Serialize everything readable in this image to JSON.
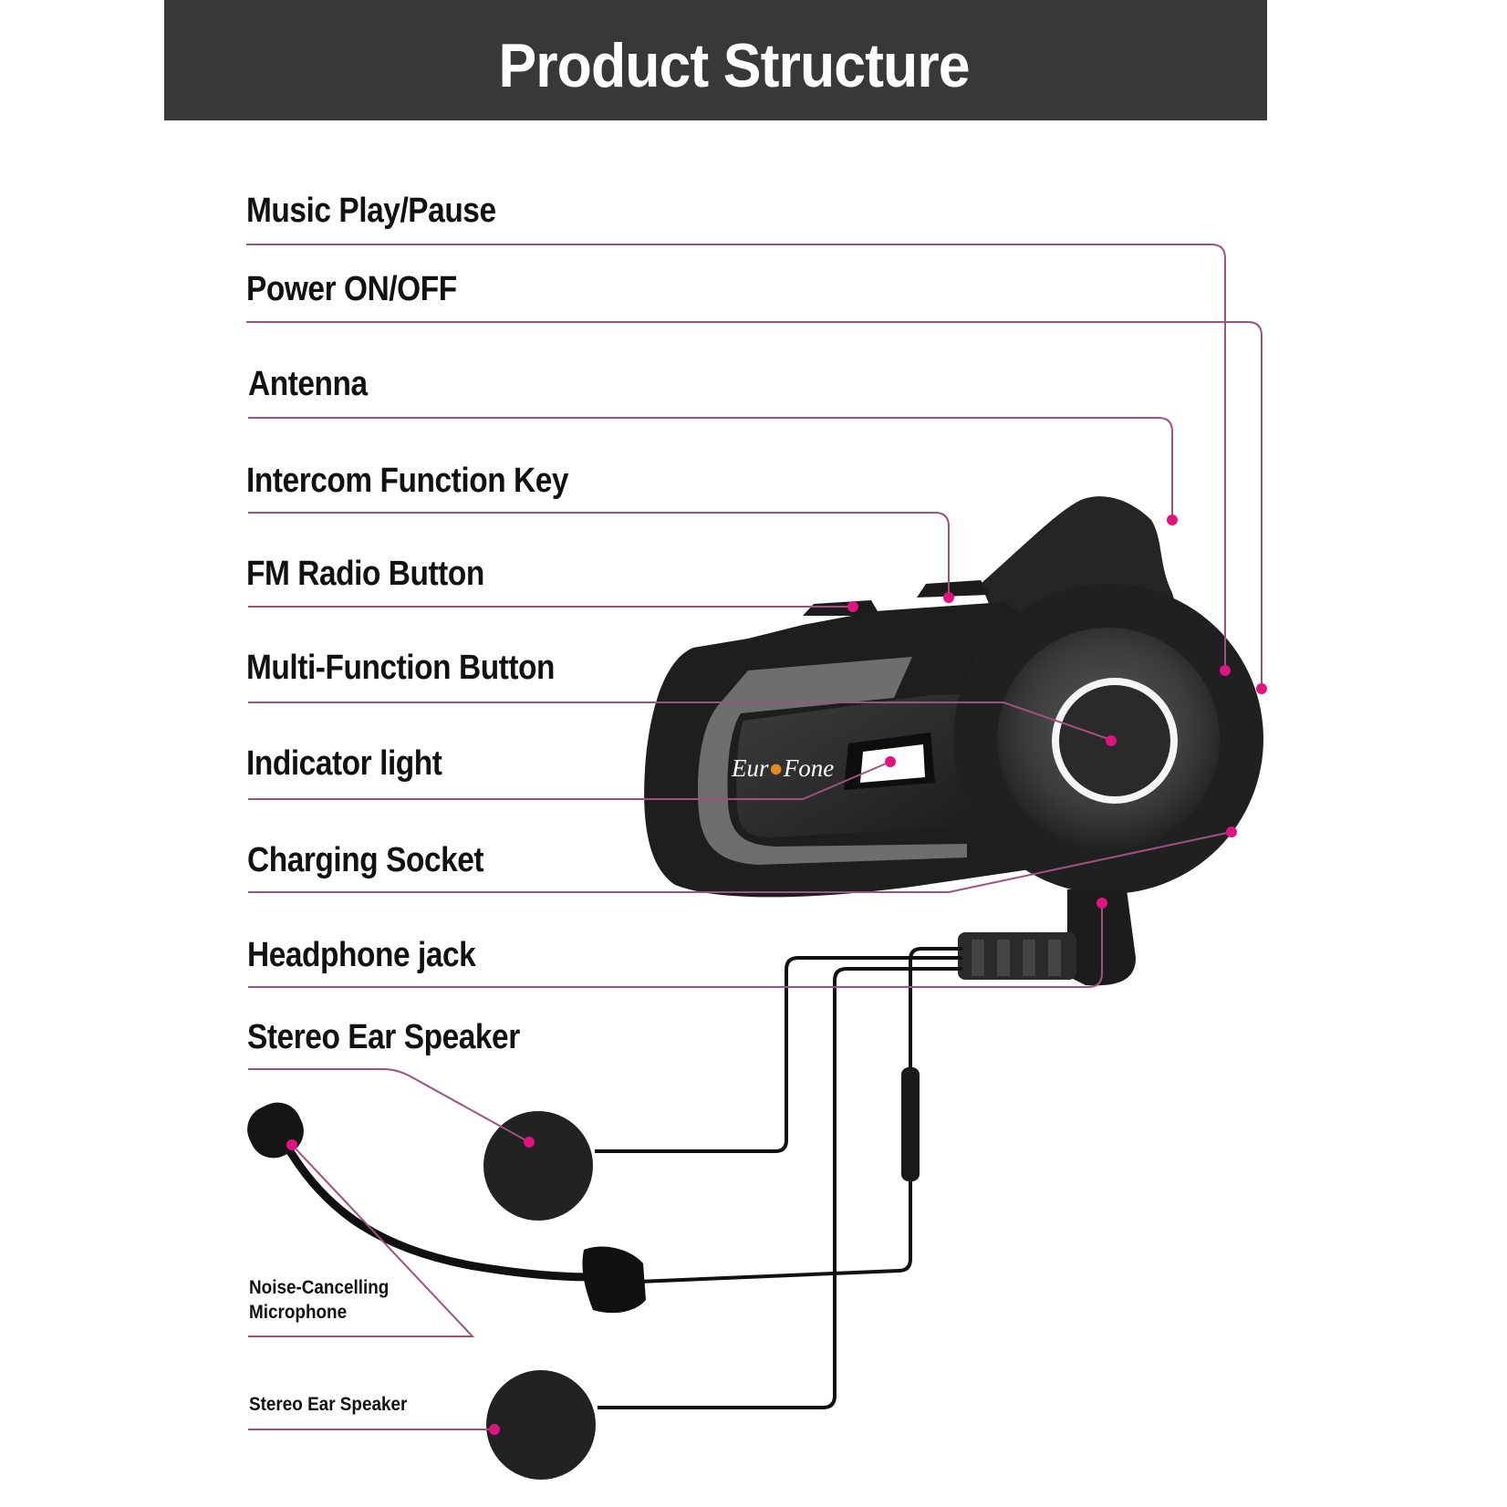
{
  "header": {
    "title": "Product Structure"
  },
  "brand": {
    "logo_text_left": "Eur",
    "logo_text_right": "Fone"
  },
  "labels": [
    {
      "id": "music-play-pause",
      "text": "Music Play/Pause"
    },
    {
      "id": "power-on-off",
      "text": "Power  ON/OFF"
    },
    {
      "id": "antenna",
      "text": "Antenna"
    },
    {
      "id": "intercom-function-key",
      "text": "Intercom Function Key"
    },
    {
      "id": "fm-radio-button",
      "text": "FM Radio Button"
    },
    {
      "id": "multi-function-button",
      "text": "Multi-Function Button"
    },
    {
      "id": "indicator-light",
      "text": "Indicator light"
    },
    {
      "id": "charging-socket",
      "text": "Charging Socket"
    },
    {
      "id": "headphone-jack",
      "text": "Headphone jack"
    },
    {
      "id": "stereo-ear-speaker-top",
      "text": "Stereo Ear Speaker"
    }
  ],
  "small_labels": {
    "microphone_line1": "Noise-Cancelling",
    "microphone_line2": "Microphone",
    "speaker_bottom": "Stereo Ear Speaker"
  },
  "colors": {
    "banner_bg": "#383838",
    "leader_line": "#a0527f",
    "callout_dot": "#e0147f",
    "device_body": "#1e1e1e",
    "device_trim": "#6b6b6b"
  }
}
